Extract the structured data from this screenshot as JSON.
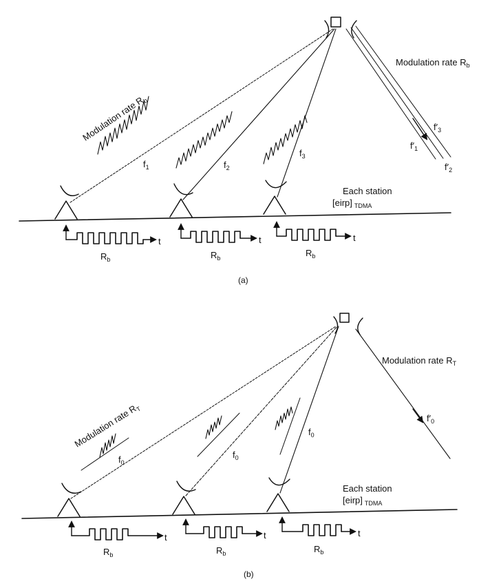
{
  "panel_a": {
    "caption": "(a)",
    "uplink_label": "Modulation rate R",
    "uplink_sub": "b",
    "downlink_label": "Modulation rate R",
    "downlink_sub": "b",
    "station_label_1": "Each station",
    "station_label_2": "[eirp]",
    "station_label_sub": "TDMA",
    "carriers": [
      {
        "f": "f",
        "sub": "1"
      },
      {
        "f": "f",
        "sub": "2"
      },
      {
        "f": "f",
        "sub": "3"
      }
    ],
    "down_carriers": [
      {
        "f": "f′",
        "sub": "3"
      },
      {
        "f": "f′",
        "sub": "1"
      },
      {
        "f": "f′",
        "sub": "2"
      }
    ],
    "rates": [
      {
        "r": "R",
        "sub": "b",
        "t": "t"
      },
      {
        "r": "R",
        "sub": "b",
        "t": "t"
      },
      {
        "r": "R",
        "sub": "b",
        "t": "t"
      }
    ]
  },
  "panel_b": {
    "caption": "(b)",
    "uplink_label": "Modulation rate R",
    "uplink_sub": "T",
    "downlink_label": "Modulation rate R",
    "downlink_sub": "T",
    "station_label_1": "Each station",
    "station_label_2": "[eirp]",
    "station_label_sub": "TDMA",
    "carriers": [
      {
        "f": "f",
        "sub": "0"
      },
      {
        "f": "f",
        "sub": "0"
      },
      {
        "f": "f",
        "sub": "0"
      }
    ],
    "down_carrier": {
      "f": "f′",
      "sub": "0"
    },
    "rates": [
      {
        "r": "R",
        "sub": "b",
        "t": "t"
      },
      {
        "r": "R",
        "sub": "b",
        "t": "t"
      },
      {
        "r": "R",
        "sub": "b",
        "t": "t"
      }
    ]
  }
}
